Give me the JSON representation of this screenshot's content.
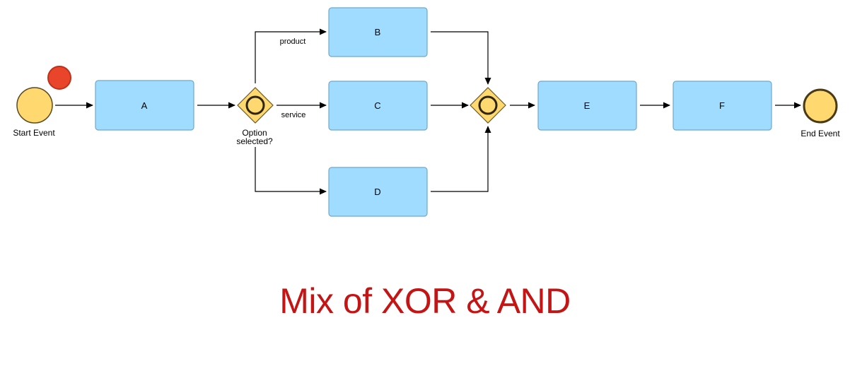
{
  "diagram": {
    "title": "Mix of XOR & AND",
    "start_event": {
      "label": "Start Event"
    },
    "end_event": {
      "label": "End Event"
    },
    "tasks": {
      "a": "A",
      "b": "B",
      "c": "C",
      "d": "D",
      "e": "E",
      "f": "F"
    },
    "split_gateway": {
      "label_line1": "Option",
      "label_line2": "selected?"
    },
    "edge_labels": {
      "product": "product",
      "service": "service"
    }
  },
  "colors": {
    "task_fill": "#9fdcff",
    "task_stroke": "#6fa9c8",
    "event_fill": "#ffd970",
    "event_stroke": "#5a4a20",
    "end_event_stroke": "#4a3a15",
    "gateway_fill": "#ffd970",
    "gateway_stroke": "#6a5a25",
    "marker_red": "#e8452a",
    "marker_red_stroke": "#c0301a",
    "edge": "#000000",
    "title": "#c41414"
  },
  "icons": {
    "start": "start-event-circle",
    "end": "end-event-circle",
    "gateway": "gateway-diamond",
    "token": "token-marker-icon",
    "arrow": "arrowhead-icon"
  }
}
